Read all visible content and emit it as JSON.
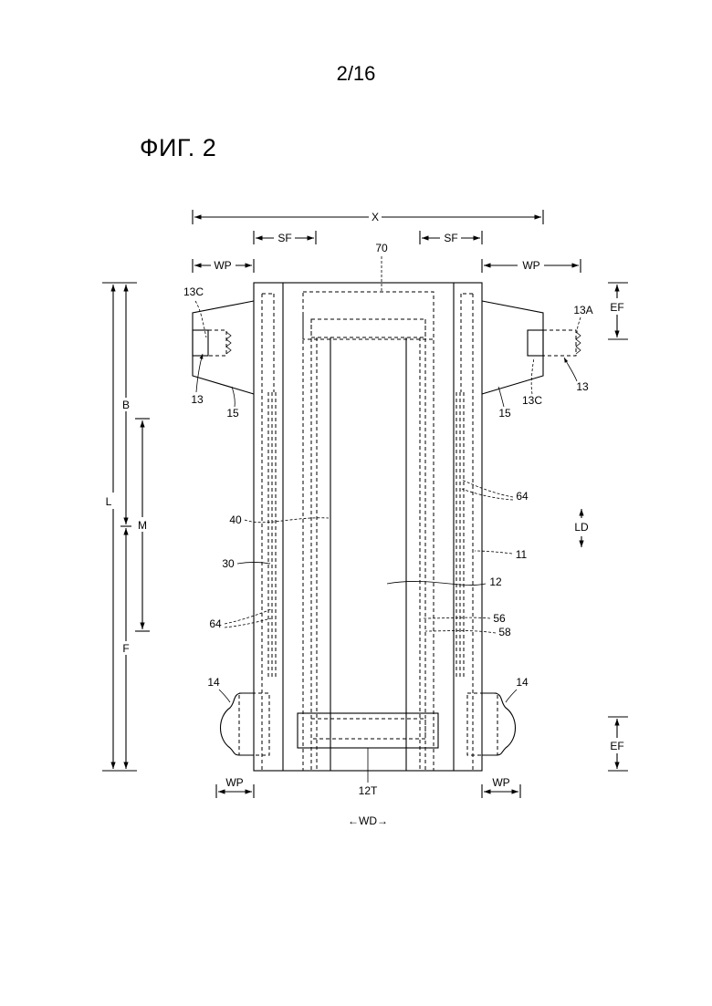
{
  "header": {
    "page_number": "2/16"
  },
  "figure": {
    "title": "ФИГ. 2"
  },
  "labels": {
    "X": "X",
    "SF_left": "SF",
    "SF_right": "SF",
    "WP_top_left": "WP",
    "WP_top_right": "WP",
    "WP_bottom_left": "WP",
    "WP_bottom_right": "WP",
    "ref_70": "70",
    "ref_13C_left": "13C",
    "ref_13C_right": "13C",
    "ref_13A": "13A",
    "ref_13_left": "13",
    "ref_13_right": "13",
    "ref_15_left": "15",
    "ref_15_right": "15",
    "EF_top": "EF",
    "EF_bottom": "EF",
    "B": "B",
    "L": "L",
    "M": "M",
    "F": "F",
    "ref_64_right": "64",
    "ref_64_left": "64",
    "ref_40": "40",
    "ref_30": "30",
    "ref_11": "11",
    "ref_12": "12",
    "ref_56": "56",
    "ref_58": "58",
    "ref_14_left": "14",
    "ref_14_right": "14",
    "ref_12T": "12T",
    "LD": "LD",
    "WD": "←WD→"
  }
}
